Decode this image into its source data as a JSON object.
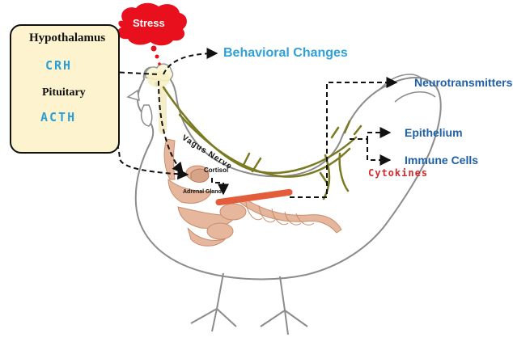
{
  "stress": "Stress",
  "hypothalamus": "Hypothalamus",
  "crh": "CRH",
  "pituitary": "Pituitary",
  "acth": "ACTH",
  "behavioral_changes": "Behavioral Changes",
  "neurotransmitters": "Neurotransmitters",
  "epithelium": "Epithelium",
  "immune_cells": "Immune Cells",
  "cytokines": "Cytokines",
  "vagus_nerve": "Vagus Nerve",
  "cortisol": "Cortisol",
  "adrenal_gland": "Adrenal Gland",
  "colors": {
    "stress_cloud": "#e8101c",
    "box_fill": "#fdf3cf",
    "label_blue": "#2878b4",
    "hormone_blue": "#2a9fd6",
    "cytokines_red": "#d42a2a",
    "nerve_olive": "#7a7a22",
    "organ_tan": "#e6b79c"
  }
}
